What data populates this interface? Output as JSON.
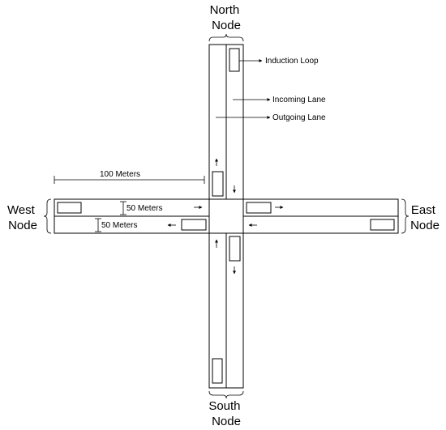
{
  "nodes": {
    "north": [
      "North",
      "Node"
    ],
    "south": [
      "South",
      "Node"
    ],
    "west": [
      "West",
      "Node"
    ],
    "east": [
      "East",
      "Node"
    ]
  },
  "annotations": {
    "induction_loop": "Induction Loop",
    "incoming_lane": "Incoming Lane",
    "outgoing_lane": "Outgoing Lane",
    "hundred_meters": "100 Meters",
    "fifty_meters_upper": "50 Meters",
    "fifty_meters_lower": "50 Meters"
  }
}
